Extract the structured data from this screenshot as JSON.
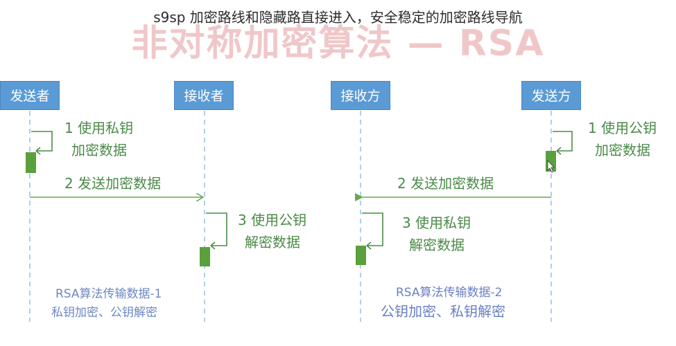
{
  "page_title": "s9sp 加密路线和隐藏路直接进入，安全稳定的加密路线导航",
  "background_title": "非对称加密算法 — RSA",
  "left_panel": {
    "sender": "发送者",
    "receiver": "接收者",
    "step1": [
      "1 使用私钥",
      "加密数据"
    ],
    "step2": "2 发送加密数据",
    "step3": [
      "3 使用公钥",
      "解密数据"
    ],
    "caption": [
      "RSA算法传输数据-1",
      "私钥加密、公钥解密"
    ]
  },
  "right_panel": {
    "receiver": "接收方",
    "sender": "发送方",
    "step1": [
      "1 使用公钥",
      "加密数据"
    ],
    "step2": "2 发送加密数据",
    "step3": [
      "3 使用私钥",
      "解密数据"
    ],
    "caption": [
      "RSA算法传输数据-2",
      "公钥加密、私钥解密"
    ]
  },
  "colors": {
    "actor_box": "#5b9bd5",
    "lifeline": "#9dc3e6",
    "activation": "#5aa03c",
    "arrow": "#6aa84f",
    "step_text": "#4a8a47",
    "caption_text": "#6c87c2"
  }
}
